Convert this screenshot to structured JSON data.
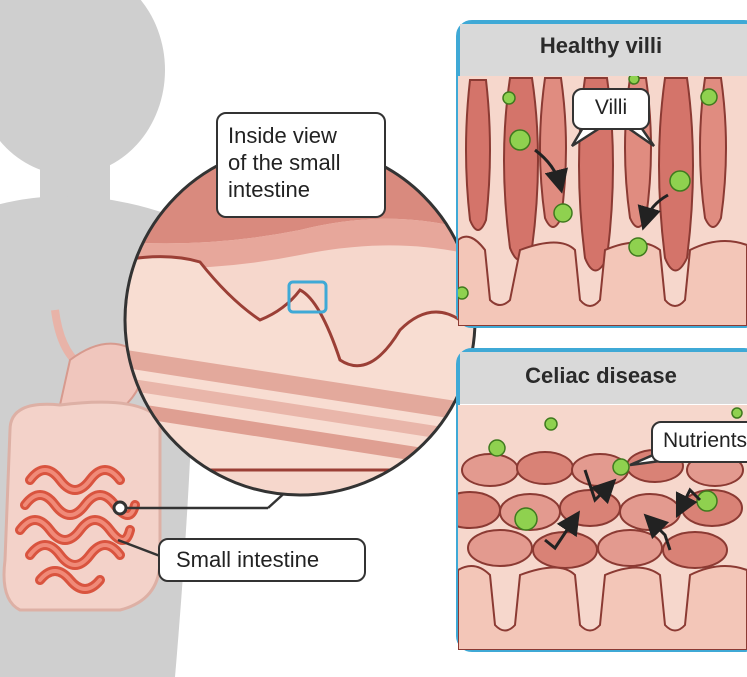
{
  "callouts": {
    "inside_view": [
      "Inside view",
      "of the small",
      "intestine"
    ],
    "small_intestine": "Small intestine"
  },
  "panels": {
    "healthy": {
      "title": "Healthy villi",
      "label": "Villi"
    },
    "celiac": {
      "title": "Celiac disease",
      "label": "Nutrients"
    }
  },
  "colors": {
    "silhouette": "#cfcfcf",
    "panel_border": "#3fa9d6",
    "title_band": "#d9d9d9",
    "tissue": "#f2c2b4",
    "villus": "#d4746a",
    "nutrient": "#8fd14f",
    "intestine": "#e46a55"
  }
}
